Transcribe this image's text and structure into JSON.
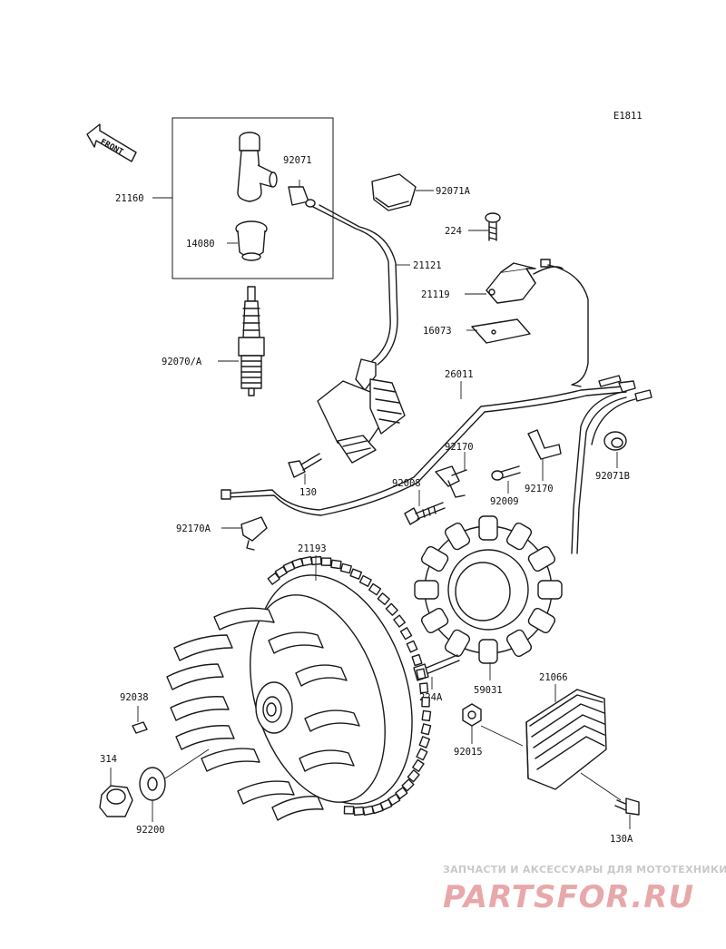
{
  "diagram": {
    "code": "E1811",
    "front_label": "FRONT",
    "part_labels": {
      "p21160": "21160",
      "p92071": "92071",
      "p92071A": "92071A",
      "p14080": "14080",
      "p21121": "21121",
      "p224": "224",
      "p21119": "21119",
      "p16073": "16073",
      "p92070A": "92070/A",
      "p26011": "26011",
      "p92170_top": "92170",
      "p92008": "92008",
      "p92009": "92009",
      "p92170_right": "92170",
      "p92071B": "92071B",
      "p130": "130",
      "p92170A": "92170A",
      "p21193": "21193",
      "p224A": "224A",
      "p59031": "59031",
      "p21066": "21066",
      "p92038": "92038",
      "p92015": "92015",
      "p314": "314",
      "p92200": "92200",
      "p130A": "130A"
    }
  },
  "watermark": {
    "tagline": "ЗАПЧАСТИ И АКСЕССУАРЫ ДЛЯ МОТОТЕХНИКИ",
    "brand": "PARTSFOR.RU",
    "color": "#e8a8aa"
  }
}
